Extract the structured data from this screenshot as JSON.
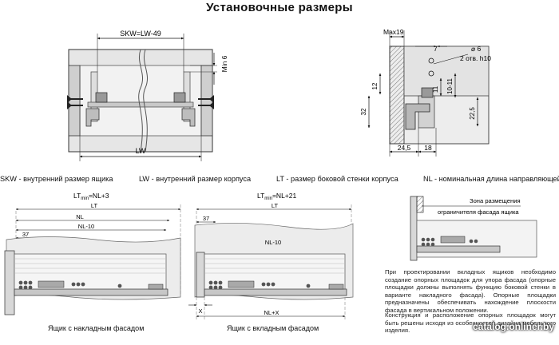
{
  "title": "Установочные размеры",
  "top_left": {
    "skw_formula": "SKW=LW-49",
    "min_label": "Min 6",
    "lw_label": "LW"
  },
  "top_right": {
    "max_label": "Max19",
    "dim_7": "7",
    "dia_label": "⌀ 6",
    "holes_label": "2 отв. h10",
    "dim_12": "12",
    "dim_11": "11",
    "dim_10_11": "10-11",
    "dim_32": "32",
    "dim_22_5": "22,5",
    "dim_24_5": "24,5",
    "dim_18": "18"
  },
  "legend": {
    "skw": "SKW - внутренний размер ящика",
    "lw": "LW - внутренний размер корпуса",
    "lt": "LT - размер боковой стенки корпуса",
    "nl": "NL - номинальная длина направляющей"
  },
  "bottom_left": {
    "formula_main": "LT",
    "formula_sub": "min",
    "formula_rest": "=NL+3",
    "lt": "LT",
    "nl": "NL",
    "nl10": "NL-10",
    "dim_37": "37",
    "caption": "Ящик с накладным фасадом"
  },
  "bottom_mid": {
    "formula_main": "LT",
    "formula_sub": "min",
    "formula_rest": "=NL+21",
    "lt": "LT",
    "dim_37": "37",
    "nl10": "NL-10",
    "nlx": "NL+X",
    "x_label": "X",
    "caption": "Ящик с вкладным фасадом"
  },
  "right_info": {
    "zone_line1": "Зона размещения",
    "zone_line2": "ограничителя фасада ящика",
    "paragraph1": "При проектировании вкладных ящиков необходимо создание опорных площадок для упора фасада (опорные площадки должны выполнять функцию боковой стенки в варианте накладного фасада). Опорные площадки предназначены обеспечивать нахождение плоскости фасада в вертикальном положении.",
    "paragraph2": "Конструкция и расположение опорных площадок могут быть решены исходя из особенностей дизайна мебельного изделия."
  },
  "watermark": "catalog.onliner.by"
}
